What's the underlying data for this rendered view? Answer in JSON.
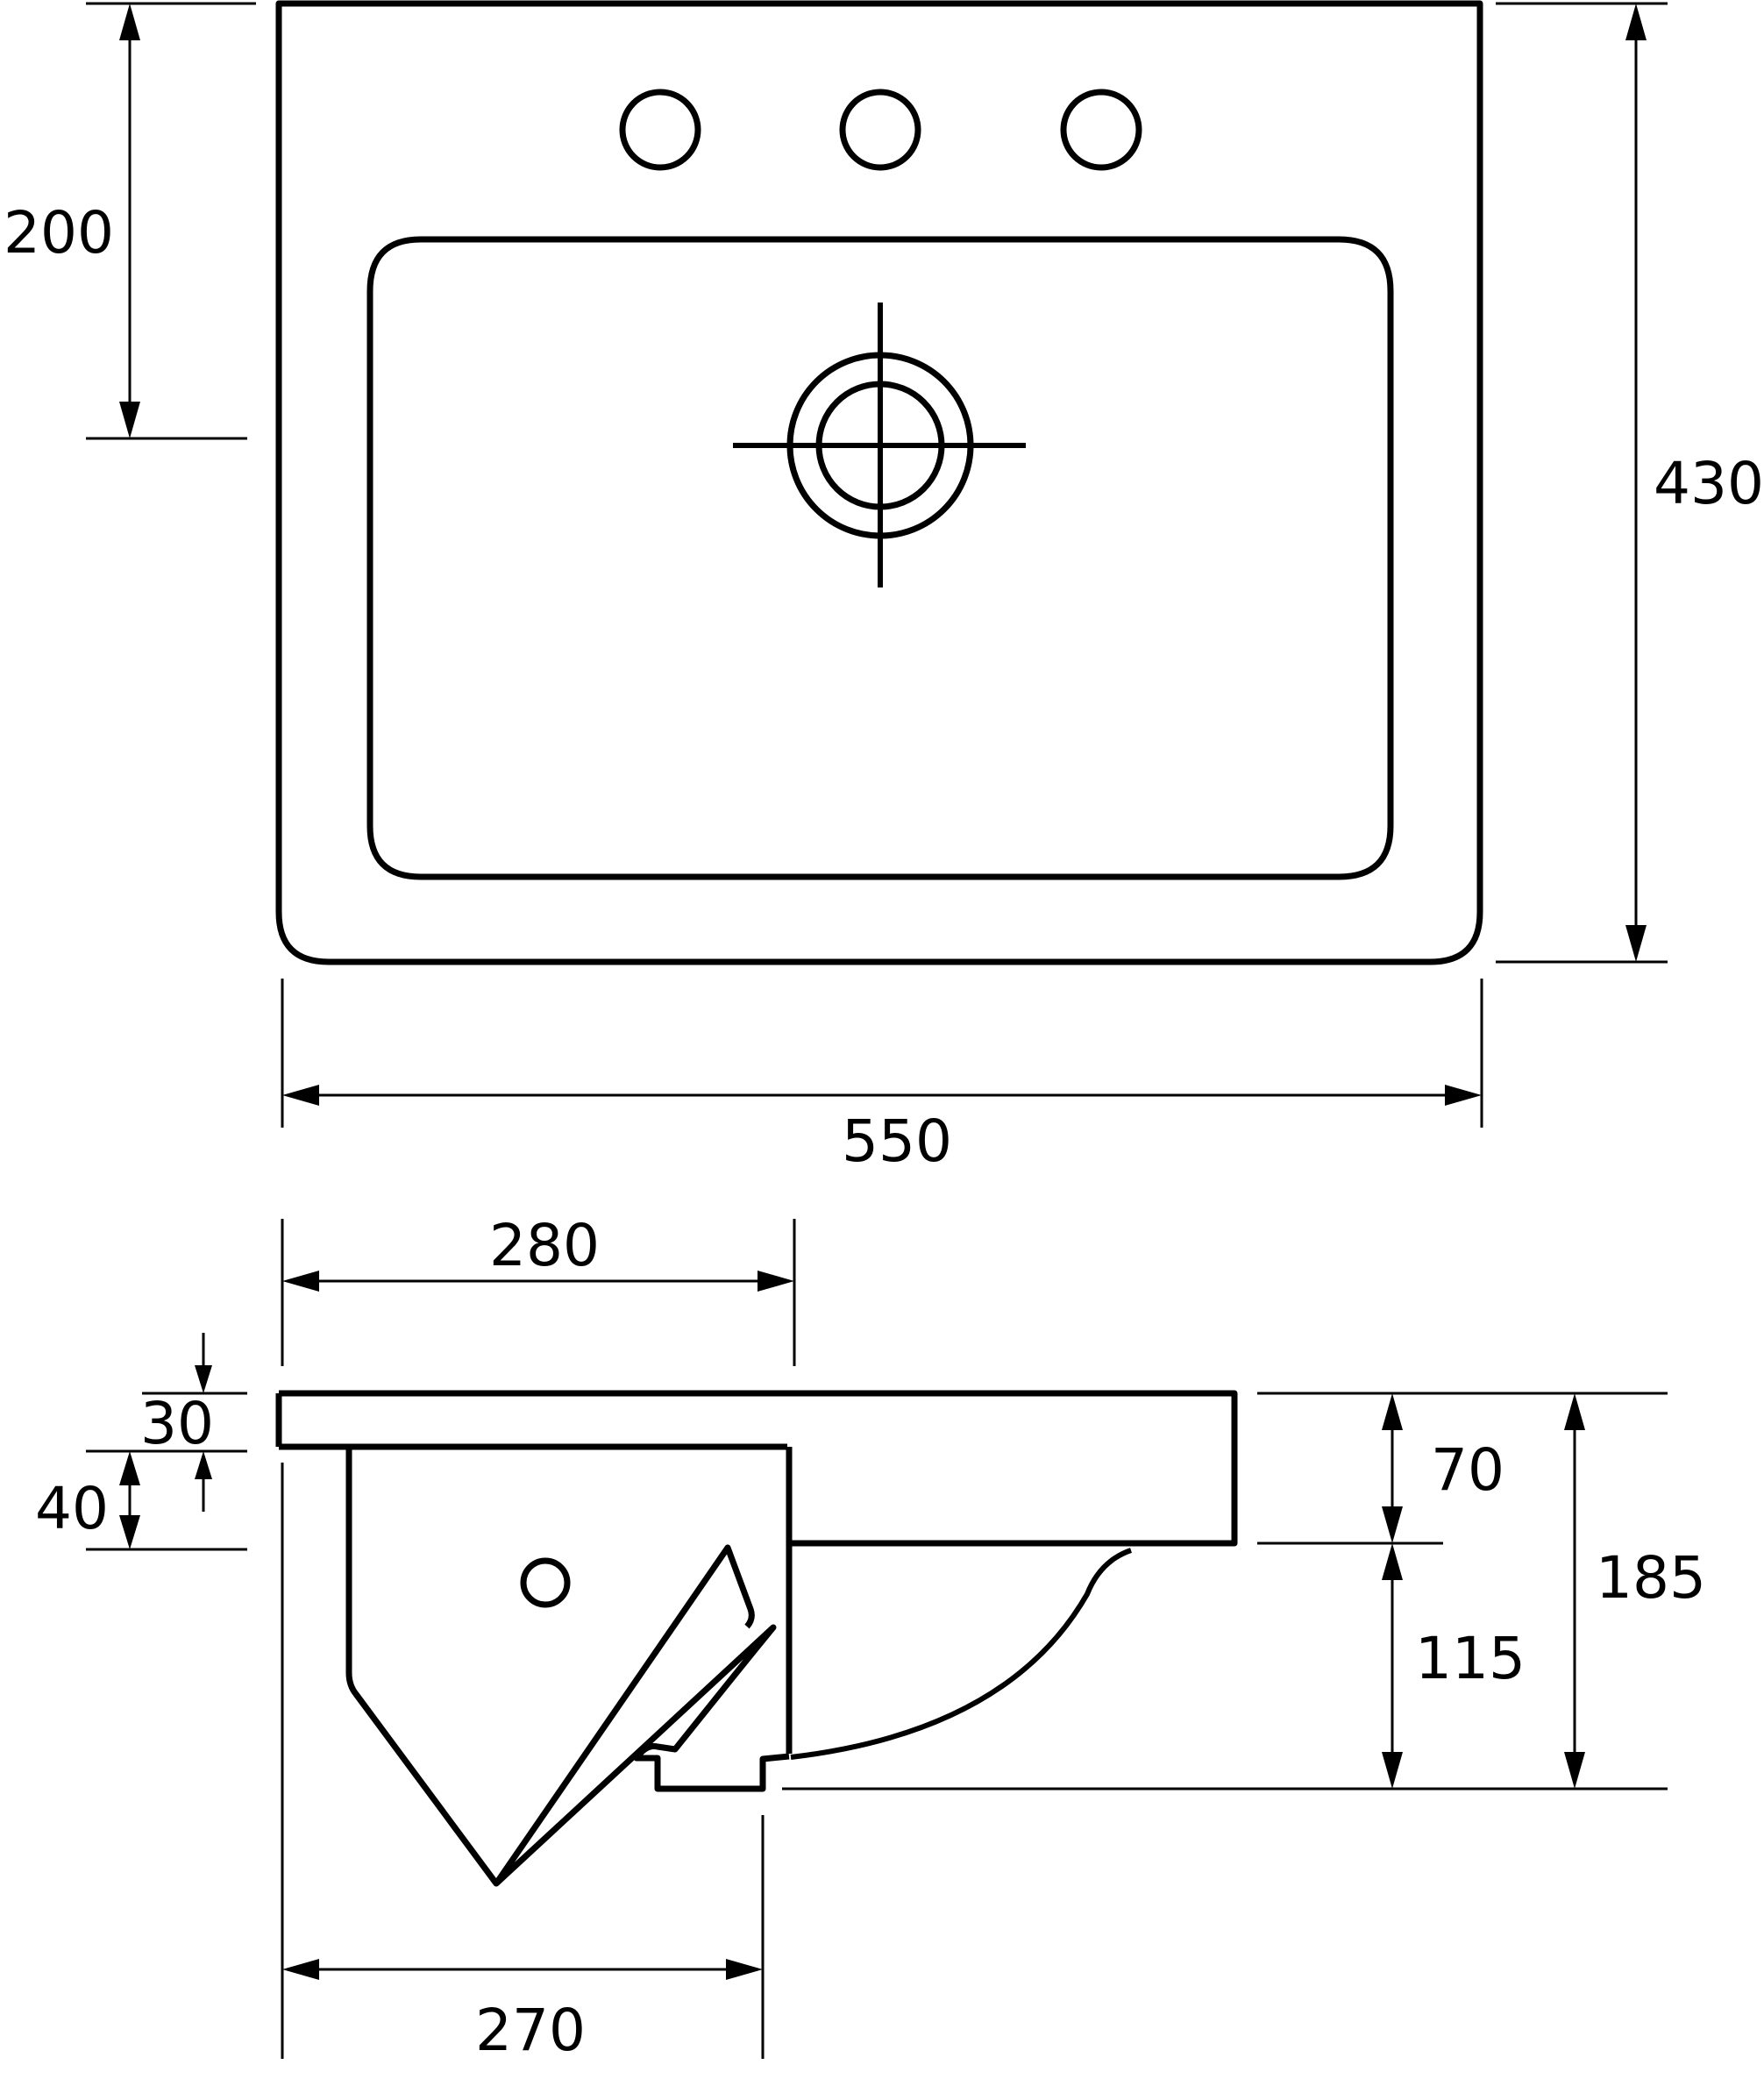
{
  "dimensions": {
    "top_view": {
      "offset_height": "200",
      "total_depth": "430",
      "total_width": "550"
    },
    "side_view": {
      "top_width": "280",
      "lip_thickness": "30",
      "gap": "40",
      "deck_height": "70",
      "bowl_height": "115",
      "total_height": "185",
      "base_width": "270"
    }
  }
}
